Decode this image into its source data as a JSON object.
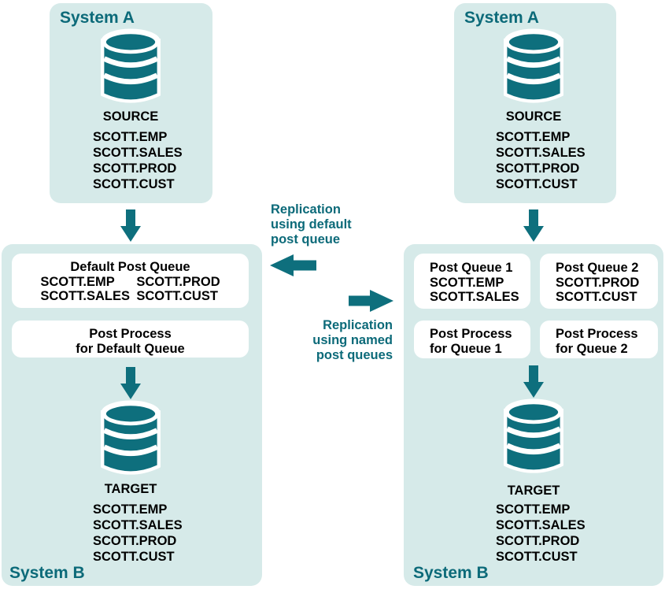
{
  "colors": {
    "teal_shape": "#0e6f7d",
    "teal_text": "#0c6a79",
    "panel_background": "#d6eae9",
    "box_background": "#ffffff",
    "black_text": "#000000"
  },
  "panels": {
    "system_a_left": {
      "title": "System A",
      "db_label": "SOURCE",
      "tables": [
        "SCOTT.EMP",
        "SCOTT.SALES",
        "SCOTT.PROD",
        "SCOTT.CUST"
      ]
    },
    "system_b_left": {
      "title": "System B",
      "default_queue": {
        "title": "Default Post Queue",
        "col1": [
          "SCOTT.EMP",
          "SCOTT.SALES"
        ],
        "col2": [
          "SCOTT.PROD",
          "SCOTT.CUST"
        ]
      },
      "post_process": {
        "line1": "Post Process",
        "line2": "for Default Queue"
      },
      "db_label": "TARGET",
      "tables": [
        "SCOTT.EMP",
        "SCOTT.SALES",
        "SCOTT.PROD",
        "SCOTT.CUST"
      ]
    },
    "system_a_right": {
      "title": "System A",
      "db_label": "SOURCE",
      "tables": [
        "SCOTT.EMP",
        "SCOTT.SALES",
        "SCOTT.PROD",
        "SCOTT.CUST"
      ]
    },
    "system_b_right": {
      "title": "System B",
      "queue1": {
        "title": "Post Queue 1",
        "tables": [
          "SCOTT.EMP",
          "SCOTT.SALES"
        ]
      },
      "queue2": {
        "title": "Post Queue 2",
        "tables": [
          "SCOTT.PROD",
          "SCOTT.CUST"
        ]
      },
      "process1": {
        "line1": "Post Process",
        "line2": "for Queue 1"
      },
      "process2": {
        "line1": "Post Process",
        "line2": "for Queue 2"
      },
      "db_label": "TARGET",
      "tables": [
        "SCOTT.EMP",
        "SCOTT.SALES",
        "SCOTT.PROD",
        "SCOTT.CUST"
      ]
    }
  },
  "annotations": {
    "replication_default": {
      "line1": "Replication",
      "line2": "using default",
      "line3": "post queue"
    },
    "replication_named": {
      "line1": "Replication",
      "line2": "using named",
      "line3": "post queues"
    }
  }
}
